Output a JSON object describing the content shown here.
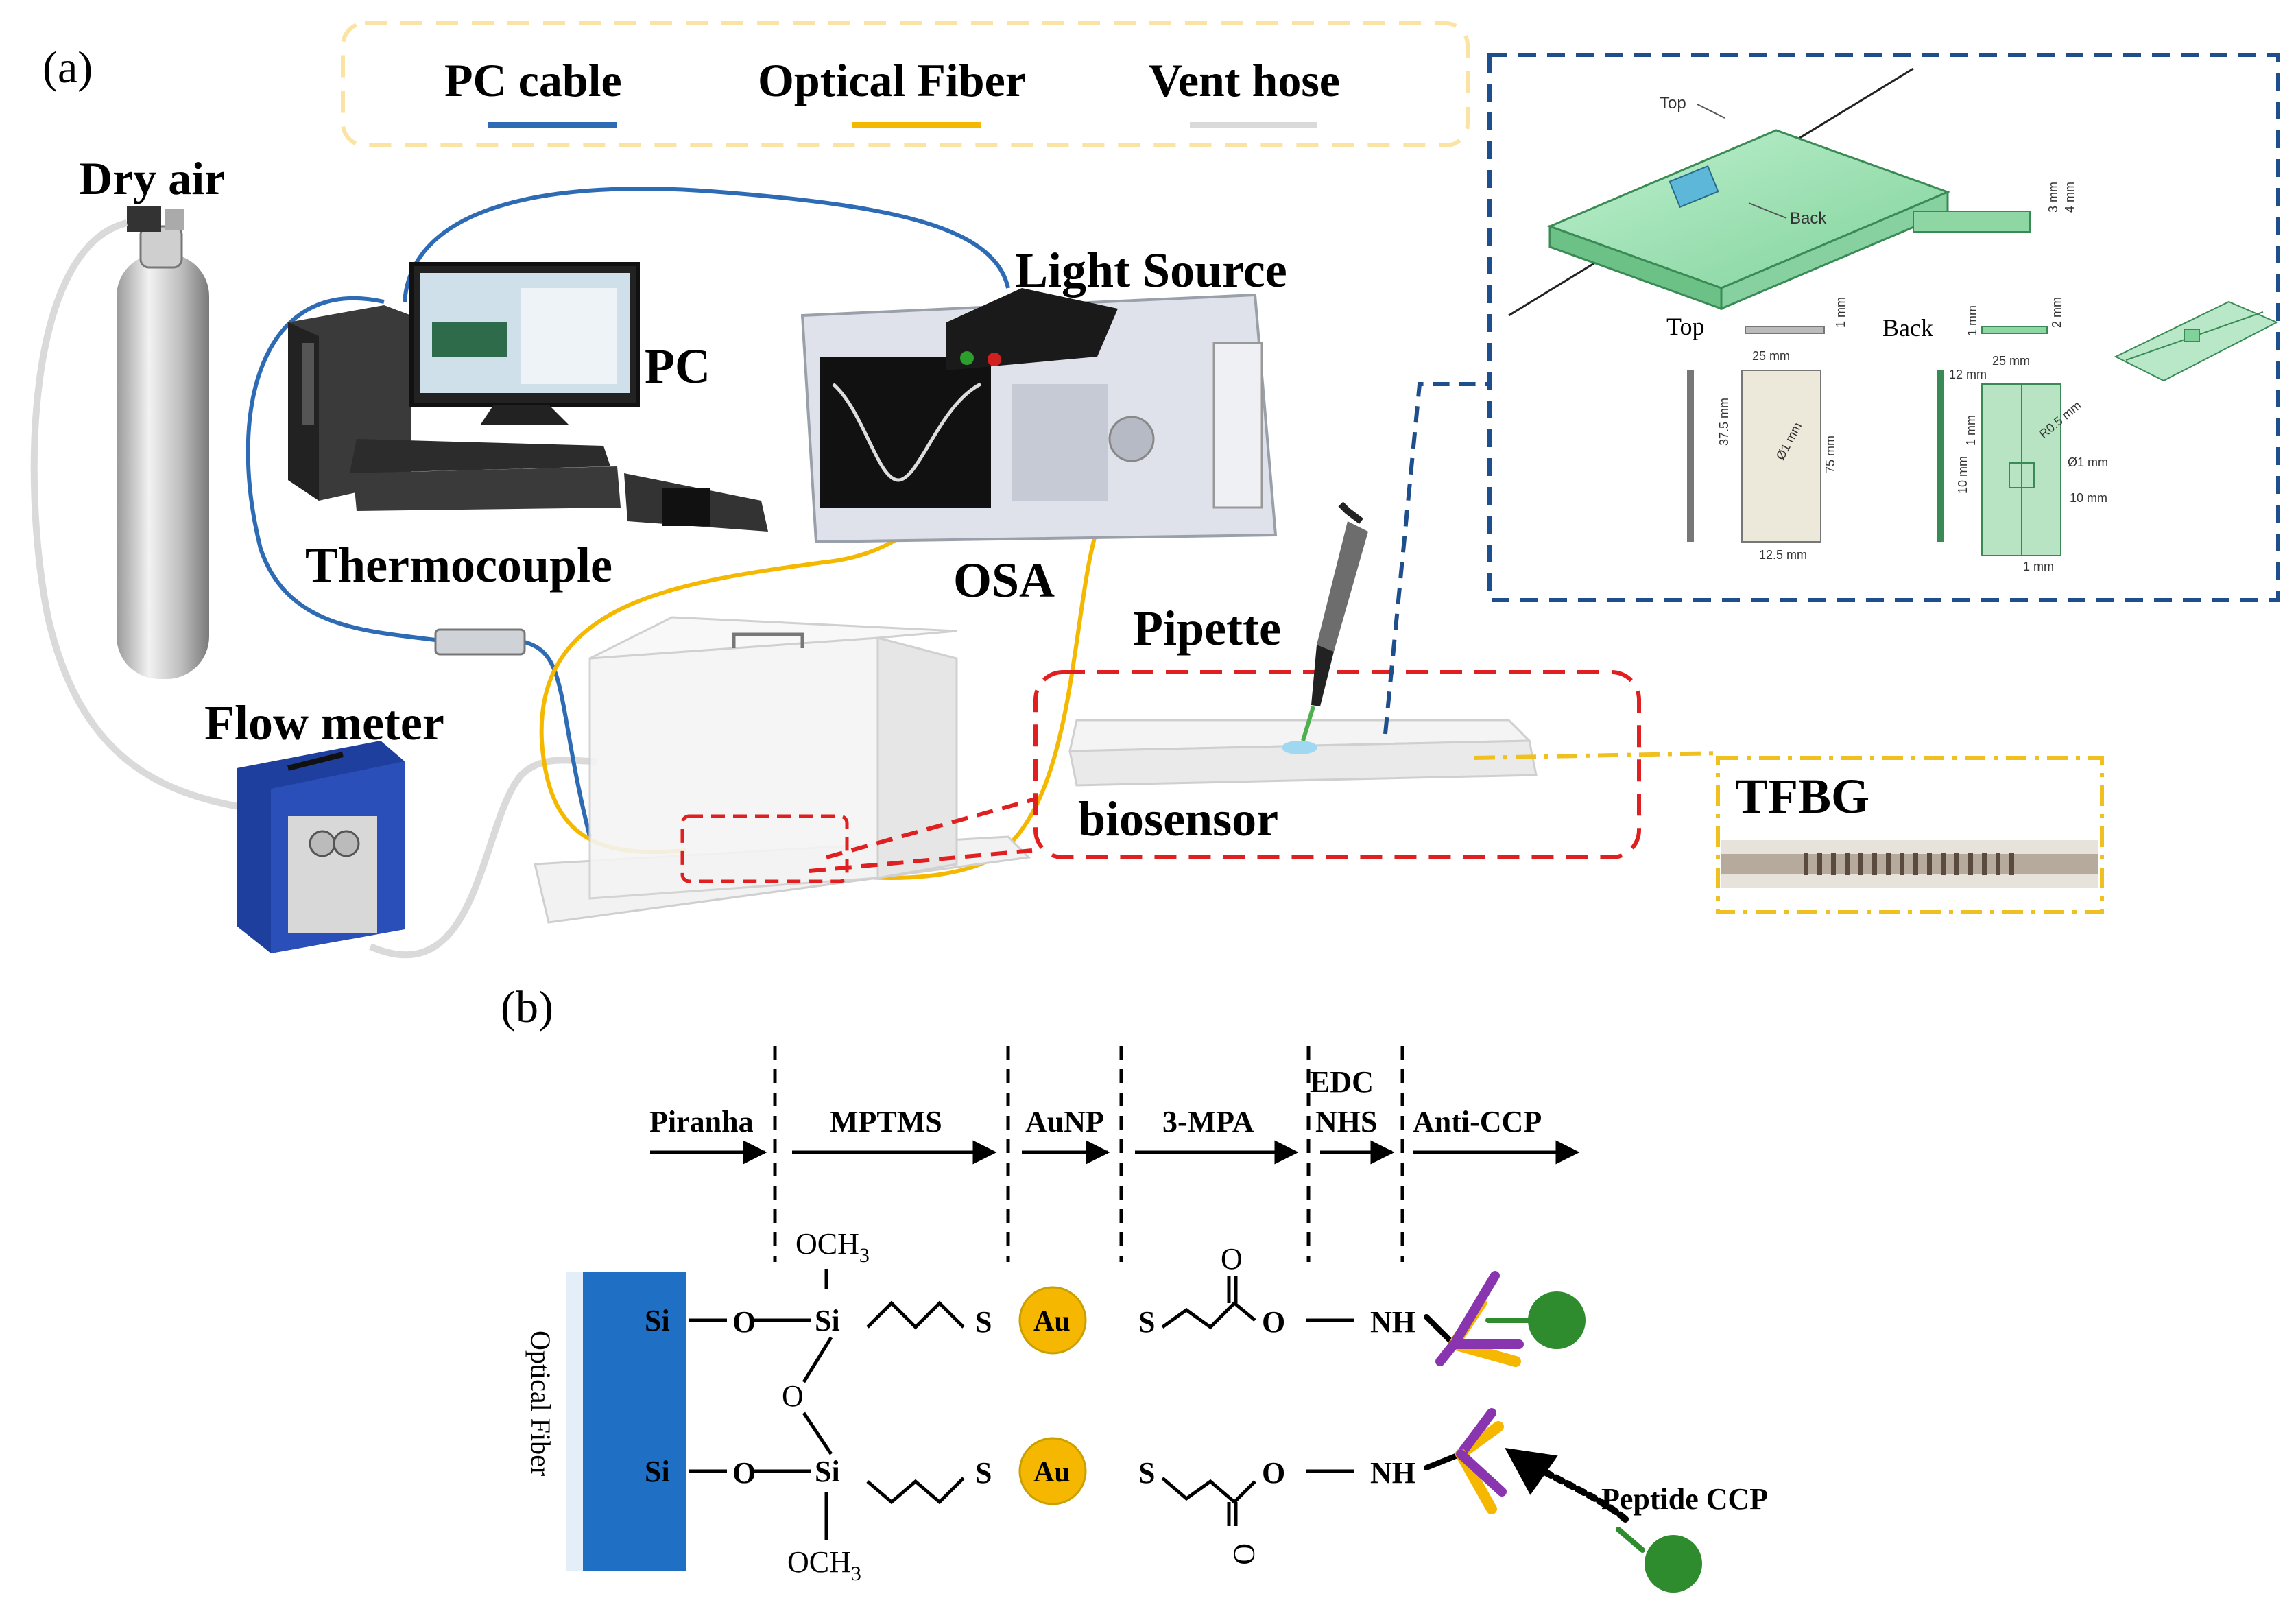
{
  "panel_a": {
    "label": "(a)",
    "legend": {
      "pc_cable": "PC cable",
      "optical_fiber": "Optical Fiber",
      "vent_hose": "Vent hose"
    },
    "equipment": {
      "dry_air": "Dry air",
      "pc": "PC",
      "light_source": "Light Source",
      "osa": "OSA",
      "thermocouple": "Thermocouple",
      "flow_meter": "Flow meter",
      "pipette": "Pipette",
      "biosensor": "biosensor",
      "tfbg": "TFBG"
    },
    "drawing": {
      "top": "Top",
      "back": "Back",
      "dim_3mm": "3 mm",
      "dim_4mm": "4 mm",
      "dim_1mm": "1 mm",
      "dim_2mm": "2 mm",
      "dim_25mm": "25 mm",
      "dim_37_5mm": "37.5 mm",
      "dim_75mm": "75 mm",
      "dim_12_5mm": "12.5 mm",
      "dim_phi1mm": "Ø1 mm",
      "dim_12mm": "12 mm",
      "dim_r05mm": "R0.5 mm",
      "dim_10mm": "10 mm"
    }
  },
  "panel_b": {
    "label": "(b)",
    "steps": [
      "Piranha",
      "MPTMS",
      "AuNP",
      "3-MPA",
      "EDC",
      "NHS",
      "Anti-CCP"
    ],
    "chem": {
      "optical_fiber": "Optical Fiber",
      "si": "Si",
      "o": "O",
      "s": "S",
      "au": "Au",
      "och3": "OCH",
      "sub3": "3",
      "nh": "NH",
      "peptide": "Peptide CCP"
    }
  },
  "colors": {
    "pc_cable": "#2e6bb5",
    "optical_fiber": "#f5b800",
    "vent_hose": "#d9d9d9",
    "legend_border": "#fbe3a3",
    "drawing_border": "#1f4e8c",
    "biosensor_border": "#e02020",
    "tfbg_border": "#f0c020",
    "fiber_block": "#1f6fc5",
    "gold": "#f5b700",
    "antibody_purple": "#8a35b0",
    "antigen_green": "#2e8b2e"
  }
}
